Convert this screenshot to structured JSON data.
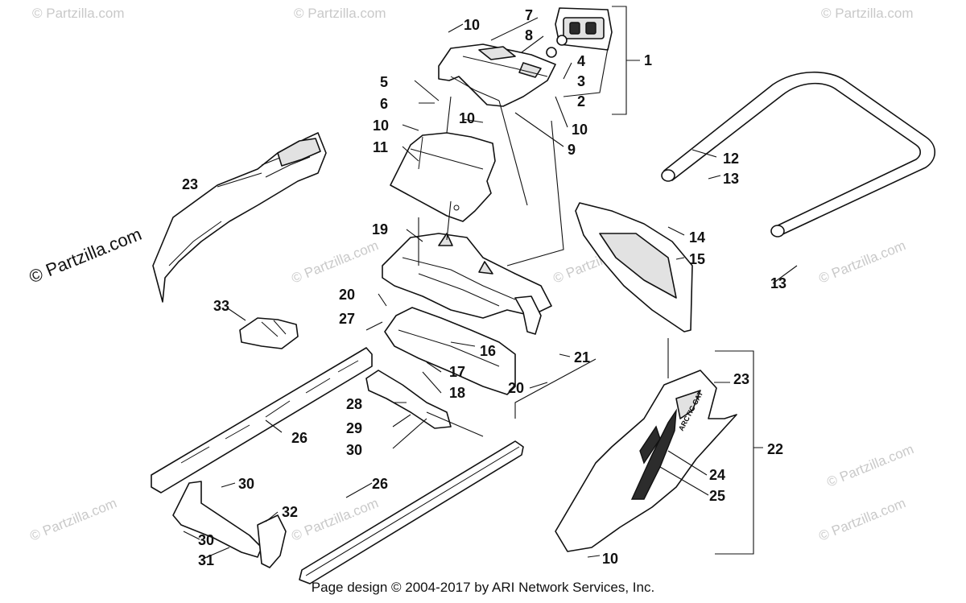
{
  "watermarks": {
    "main": "© Partzilla.com",
    "repeat": "© Partzilla.com"
  },
  "footer": "Page design © 2004-2017 by ARI Network Services, Inc.",
  "callouts": {
    "c1": "1",
    "c2": "2",
    "c3": "3",
    "c4": "4",
    "c5": "5",
    "c6": "6",
    "c7": "7",
    "c8": "8",
    "c9": "9",
    "c10a": "10",
    "c10b": "10",
    "c10c": "10",
    "c10d": "10",
    "c10e": "10",
    "c11": "11",
    "c12": "12",
    "c13a": "13",
    "c13b": "13",
    "c14": "14",
    "c15": "15",
    "c16": "16",
    "c17": "17",
    "c18": "18",
    "c19": "19",
    "c20a": "20",
    "c20b": "20",
    "c21": "21",
    "c22": "22",
    "c23a": "23",
    "c23b": "23",
    "c24": "24",
    "c25": "25",
    "c26a": "26",
    "c26b": "26",
    "c27": "27",
    "c28": "28",
    "c29": "29",
    "c30a": "30",
    "c30b": "30",
    "c30c": "30",
    "c31": "31",
    "c32": "32",
    "c33": "33"
  },
  "side_panel_text": "ARCTIC CAT"
}
